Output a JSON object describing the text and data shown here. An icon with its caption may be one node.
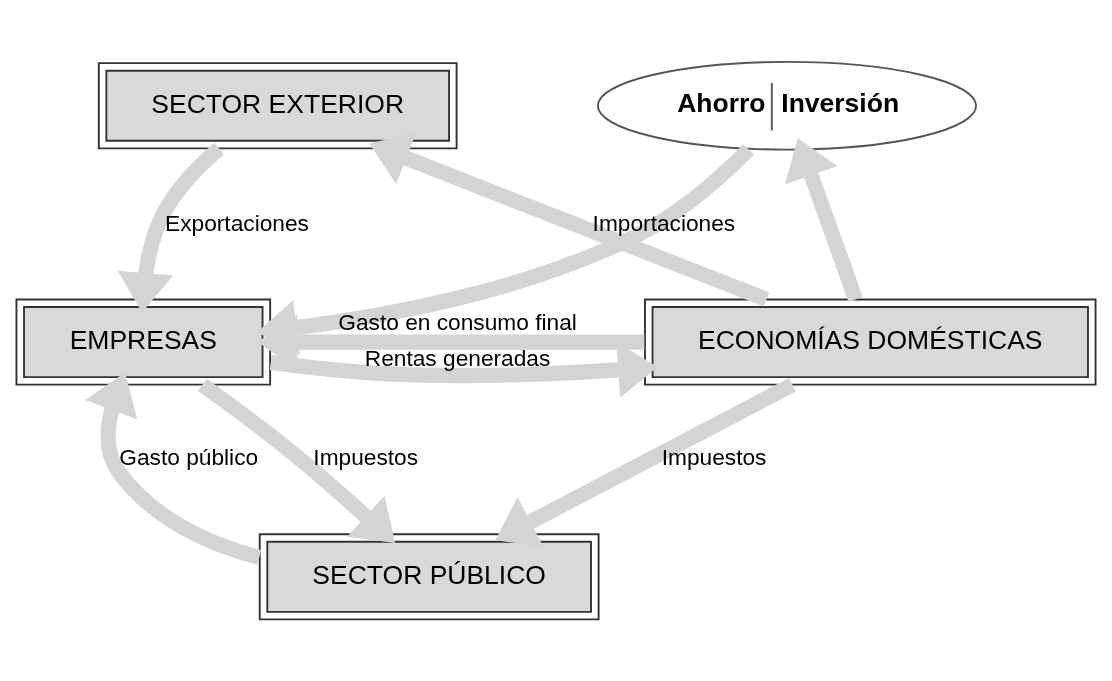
{
  "diagram": {
    "nodes": [
      {
        "text": [
          "SECTOR EXTERIOR"
        ]
      },
      {
        "text": [
          "Ahorro",
          "Inversión"
        ]
      },
      {
        "text": [
          "SECTOR PÚBLICO"
        ]
      },
      {
        "text": [
          "ECONOMÍAS DOMÉSTICAS"
        ]
      },
      {
        "text": [
          "EMPRESAS"
        ]
      }
    ],
    "edges": [
      {
        "from": 3,
        "to": 1,
        "arrow": "to"
      },
      {
        "from": 1,
        "to": 4,
        "arrow": "to"
      },
      {
        "from": 3,
        "to": 0,
        "arrow": "to",
        "label": "Importaciones"
      },
      {
        "from": 0,
        "to": 4,
        "arrow": "to",
        "label": "Exportaciones"
      },
      {
        "from": 3,
        "to": 4,
        "arrow": "to",
        "label": "Gasto en consumo final"
      },
      {
        "from": 2,
        "to": 4,
        "arrow": "to",
        "label": "Gasto público"
      },
      {
        "from": 3,
        "to": 2,
        "arrow": "to",
        "label": "Impuestos"
      },
      {
        "from": 4,
        "to": 2,
        "arrow": "to",
        "label": "Impuestos"
      },
      {
        "from": 4,
        "to": 3,
        "arrow": "to",
        "label": "Rentas generadas"
      }
    ]
  }
}
